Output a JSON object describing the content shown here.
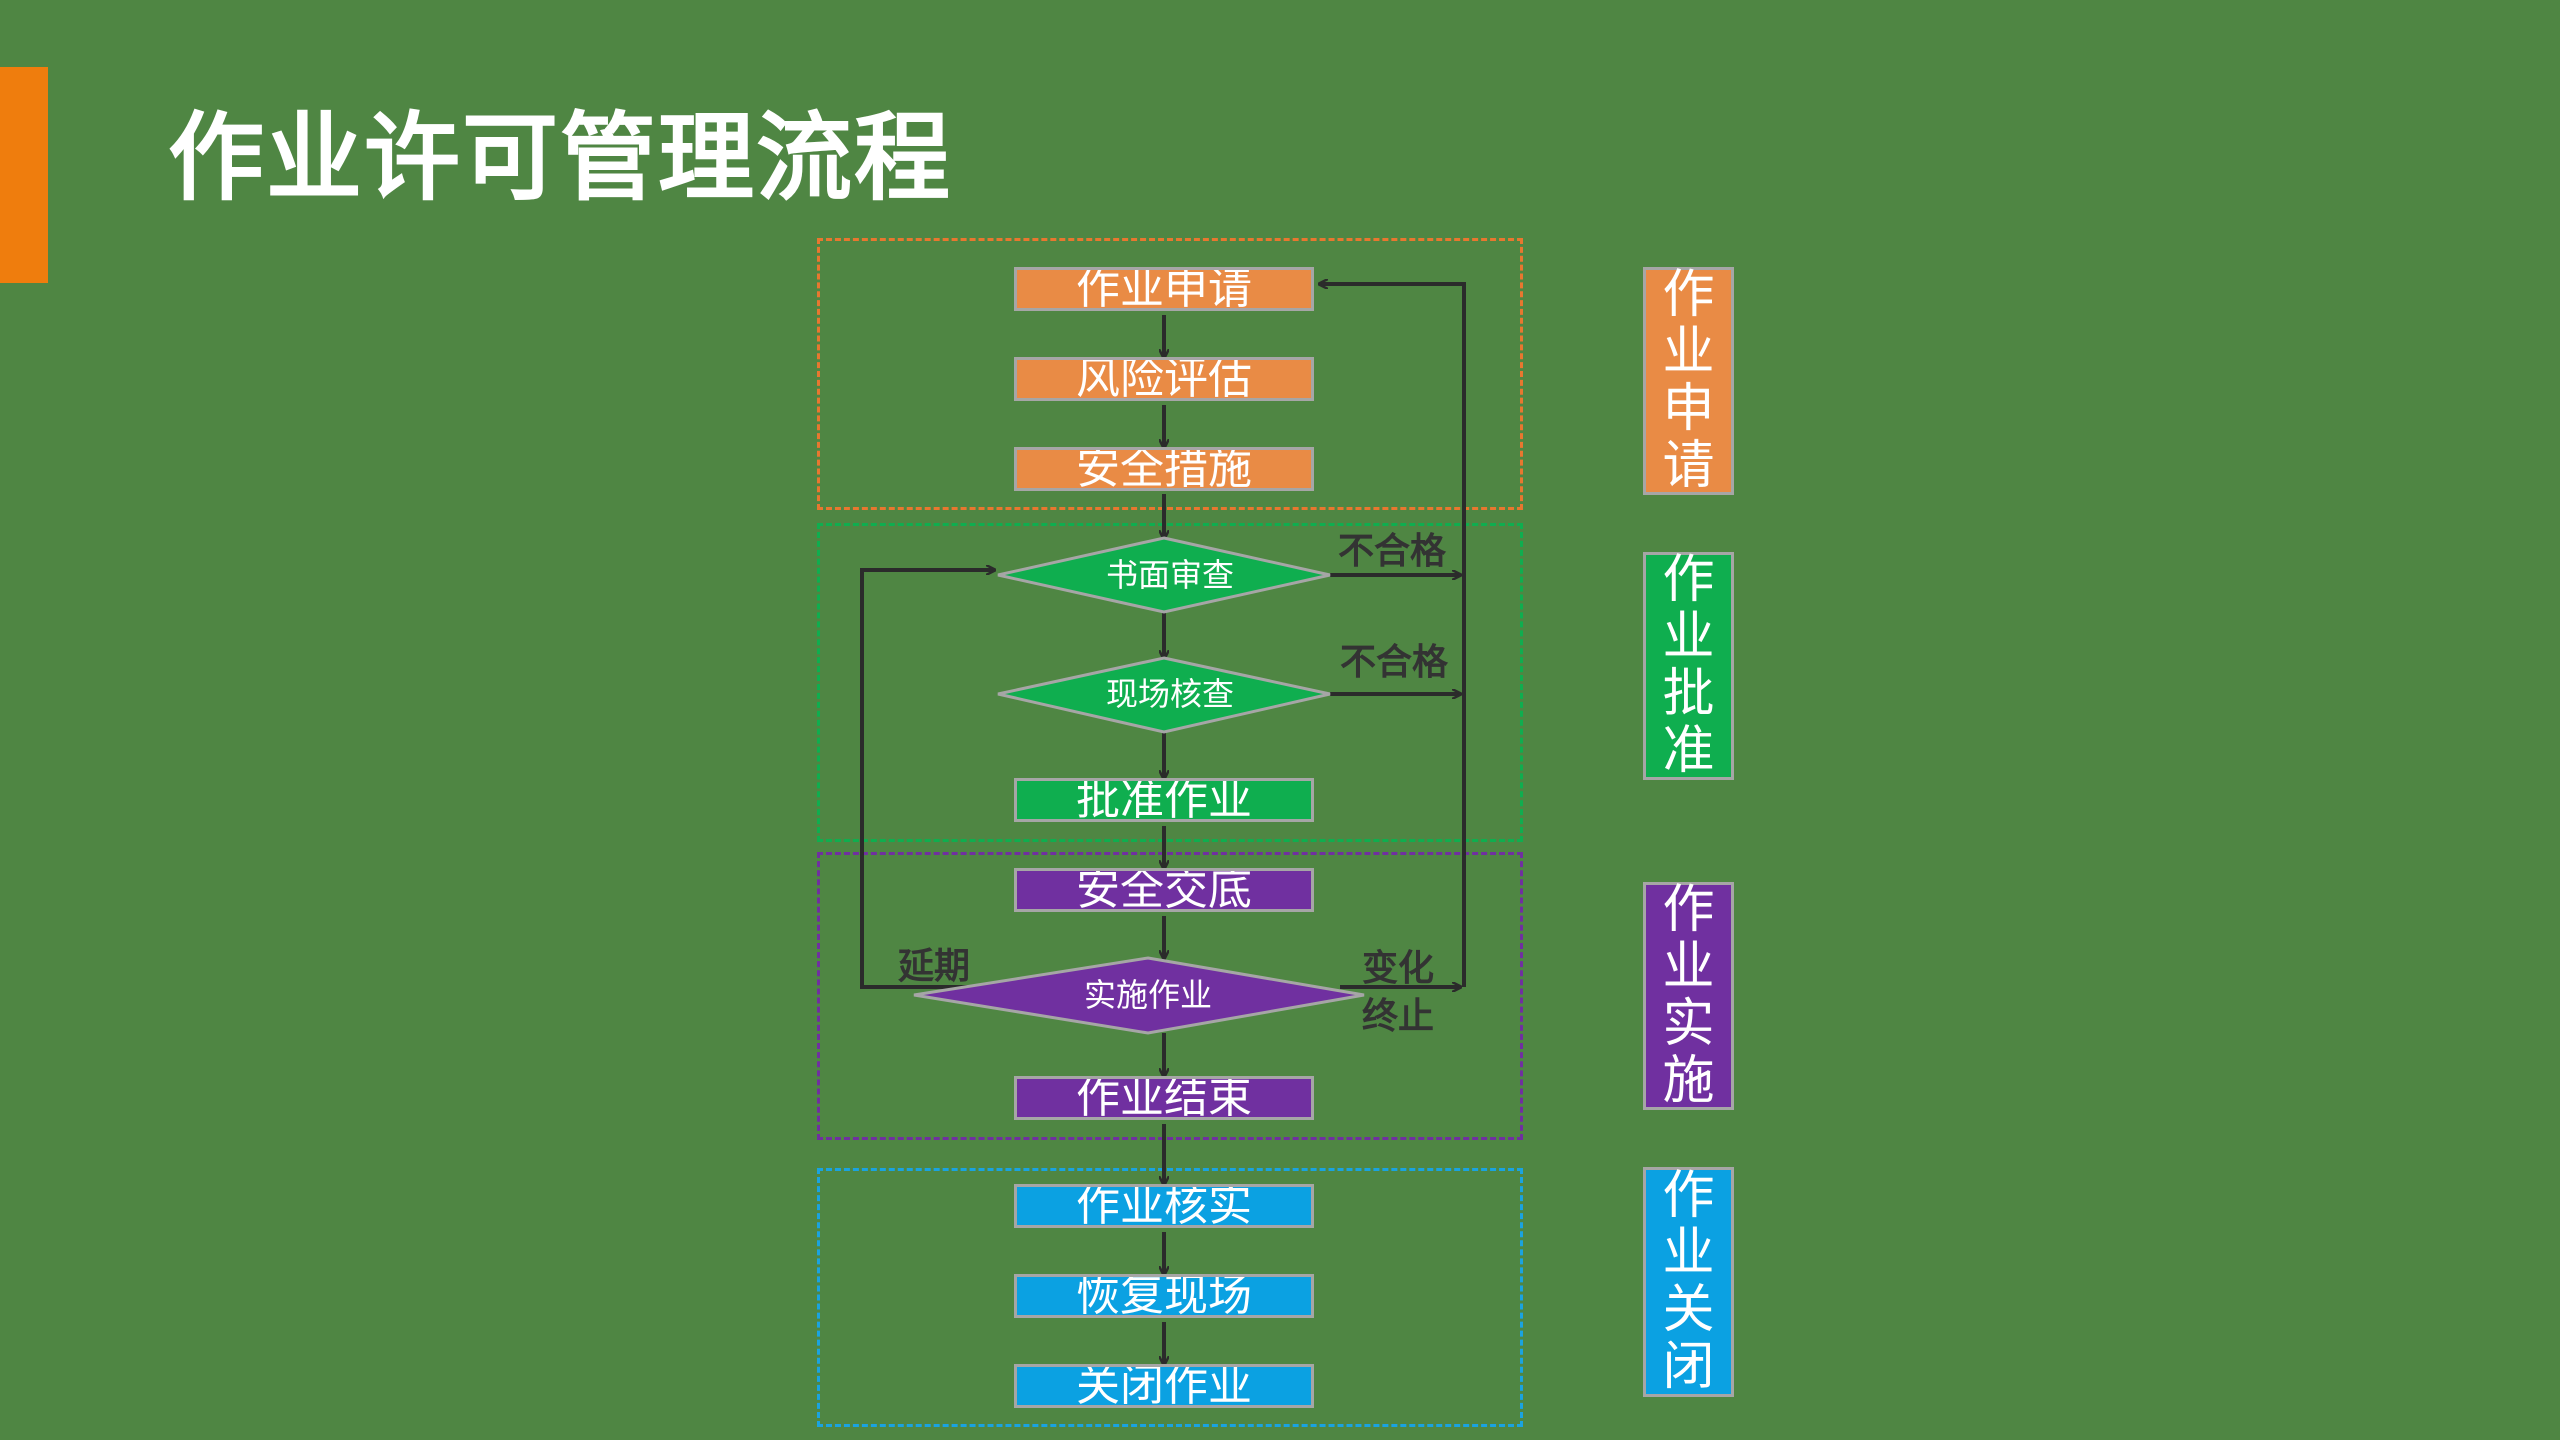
{
  "title": "作业许可管理流程",
  "colors": {
    "background": "#4f8643",
    "accent": "#ef7d0d",
    "orange": "#e98b45",
    "green": "#0fae4f",
    "purple": "#7030a0",
    "blue": "#0ba1e2",
    "connector": "#2b2b2b"
  },
  "steps": {
    "apply": "作业申请",
    "risk": "风险评估",
    "safety": "安全措施",
    "approve": "批准作业",
    "briefing": "安全交底",
    "finish": "作业结束",
    "verify": "作业核实",
    "restore": "恢复现场",
    "close": "关闭作业"
  },
  "decisions": {
    "doc_review": "书面审查",
    "site_check": "现场核查",
    "execute": "实施作业"
  },
  "labels": {
    "fail1": "不合格",
    "fail2": "不合格",
    "delay": "延期",
    "change": "变化",
    "stop": "终止"
  },
  "phases": [
    {
      "chars": [
        "作",
        "业",
        "申",
        "请"
      ]
    },
    {
      "chars": [
        "作",
        "业",
        "批",
        "准"
      ]
    },
    {
      "chars": [
        "作",
        "业",
        "实",
        "施"
      ]
    },
    {
      "chars": [
        "作",
        "业",
        "关",
        "闭"
      ]
    }
  ]
}
